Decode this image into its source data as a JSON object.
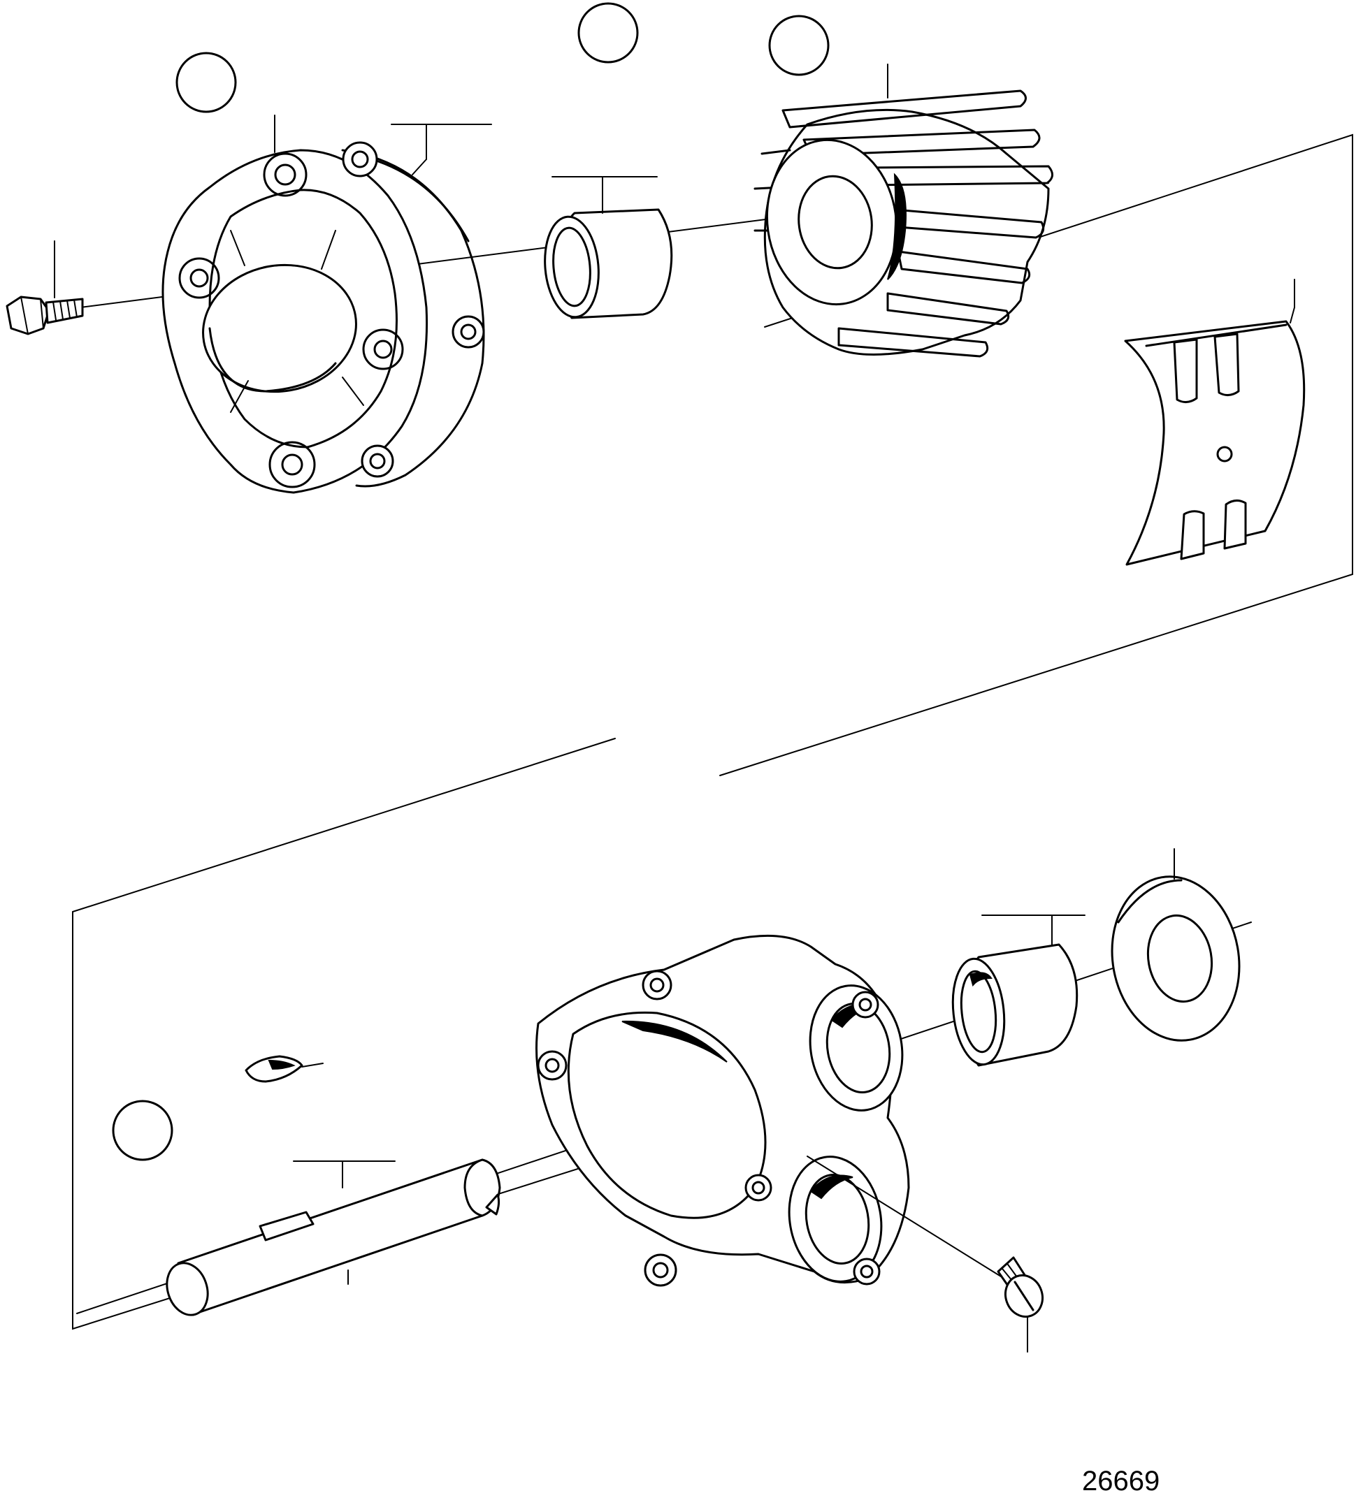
{
  "figure_number": "26669",
  "parts": [
    {
      "id": "bolt",
      "icon": "hex-bolt-icon"
    },
    {
      "id": "cover",
      "icon": "pump-cover-icon"
    },
    {
      "id": "gasket",
      "icon": "gasket-icon"
    },
    {
      "id": "bushing-upper",
      "icon": "bushing-icon"
    },
    {
      "id": "impeller",
      "icon": "impeller-icon"
    },
    {
      "id": "cam",
      "icon": "cam-plate-icon"
    },
    {
      "id": "key",
      "icon": "woodruff-key-icon"
    },
    {
      "id": "shaft",
      "icon": "shaft-icon"
    },
    {
      "id": "housing",
      "icon": "pump-housing-icon"
    },
    {
      "id": "bushing-lower",
      "icon": "bushing-icon"
    },
    {
      "id": "seal",
      "icon": "seal-ring-icon"
    },
    {
      "id": "screw",
      "icon": "slotted-screw-icon"
    }
  ]
}
